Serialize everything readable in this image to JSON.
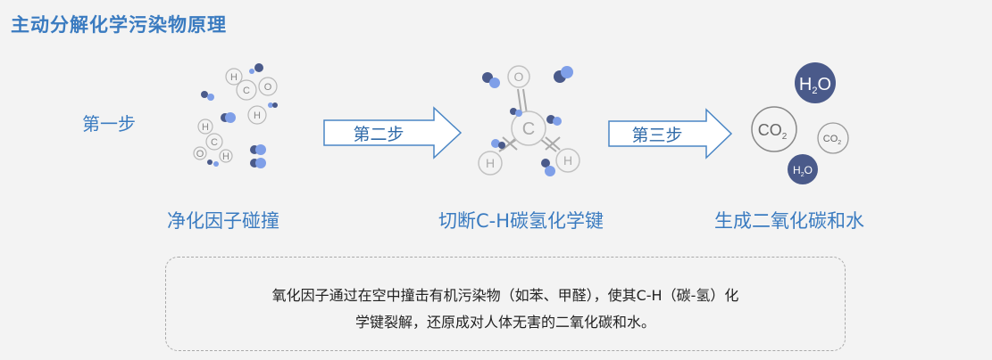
{
  "title": "主动分解化学污染物原理",
  "steps": {
    "step1_label": "第一步",
    "step2_label": "第二步",
    "step3_label": "第三步"
  },
  "captions": {
    "stage1": "净化因子碰撞",
    "stage2": "切断C-H碳氢化学键",
    "stage3": "生成二氧化碳和水"
  },
  "atoms": {
    "h": "H",
    "c": "C",
    "o": "O",
    "co2": "CO",
    "h2o_h": "H",
    "h2o_o": "O",
    "sub2": "2"
  },
  "description": {
    "line1": "氧化因子通过在空中撞击有机污染物（如苯、甲醛），使其C-H（碳-氢）化",
    "line2": "学键裂解，还原成对人体无害的二氧化碳和水。"
  },
  "colors": {
    "accent": "#3a7bc0",
    "dark_molecule": "#4a5a8a",
    "light_molecule": "#7f9fe8"
  }
}
